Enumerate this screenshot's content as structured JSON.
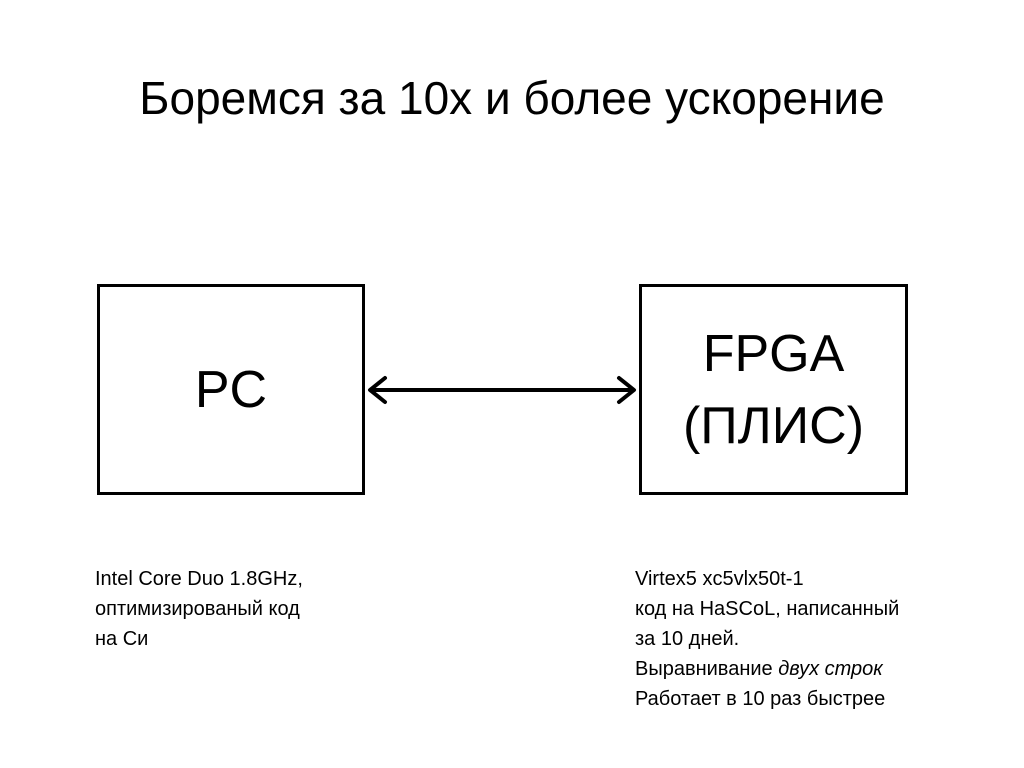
{
  "slide": {
    "title": "Боремся за 10х и более ускорение"
  },
  "pc": {
    "label": "PC",
    "caption": [
      "Intel Core Duo 1.8GHz,",
      "оптимизированый код",
      "на Си"
    ]
  },
  "fpga": {
    "label_line1": "FPGA",
    "label_line2": "(ПЛИС)",
    "caption_line1": "Virtex5 xc5vlx50t-1",
    "caption_line2": "код на HaSCoL, написанный",
    "caption_line3": "за 10 дней.",
    "caption_line4_prefix": "Выравнивание ",
    "caption_line4_italic": "двух строк",
    "caption_line5": "Работает в 10 раз быстрее"
  },
  "colors": {
    "background": "#ffffff",
    "stroke": "#000000",
    "text": "#000000"
  }
}
